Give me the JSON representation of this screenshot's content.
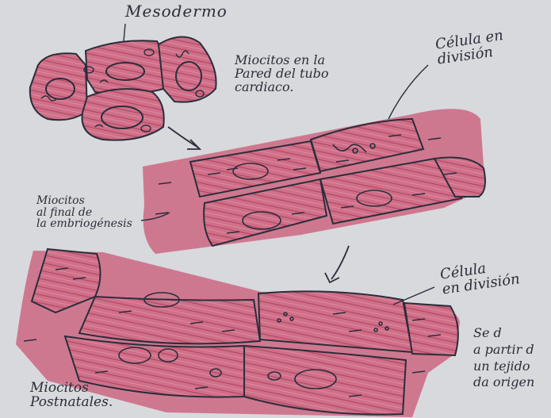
{
  "diagram": {
    "labels": {
      "mesodermo": "Mesodermo",
      "myocytes_heart_tube": "Miocitos en la\nPared del tubo\ncardiaco.",
      "dividing_cell_top": "Célula en\ndivisión",
      "myocytes_end_embryogenesis": "Miocitos\nal final de\nla embriogénesis",
      "dividing_cell_bottom": "Célula\nen división",
      "postnatal_myocytes": "Miocitos\nPostnatales.",
      "side_note": "Se d\na partir d\nun tejido\nda origen"
    },
    "colors": {
      "paper": "#d8d9dc",
      "tissue": "#c9607b",
      "tissue_light": "#d88ea2",
      "ink": "#2a2d3a"
    }
  }
}
